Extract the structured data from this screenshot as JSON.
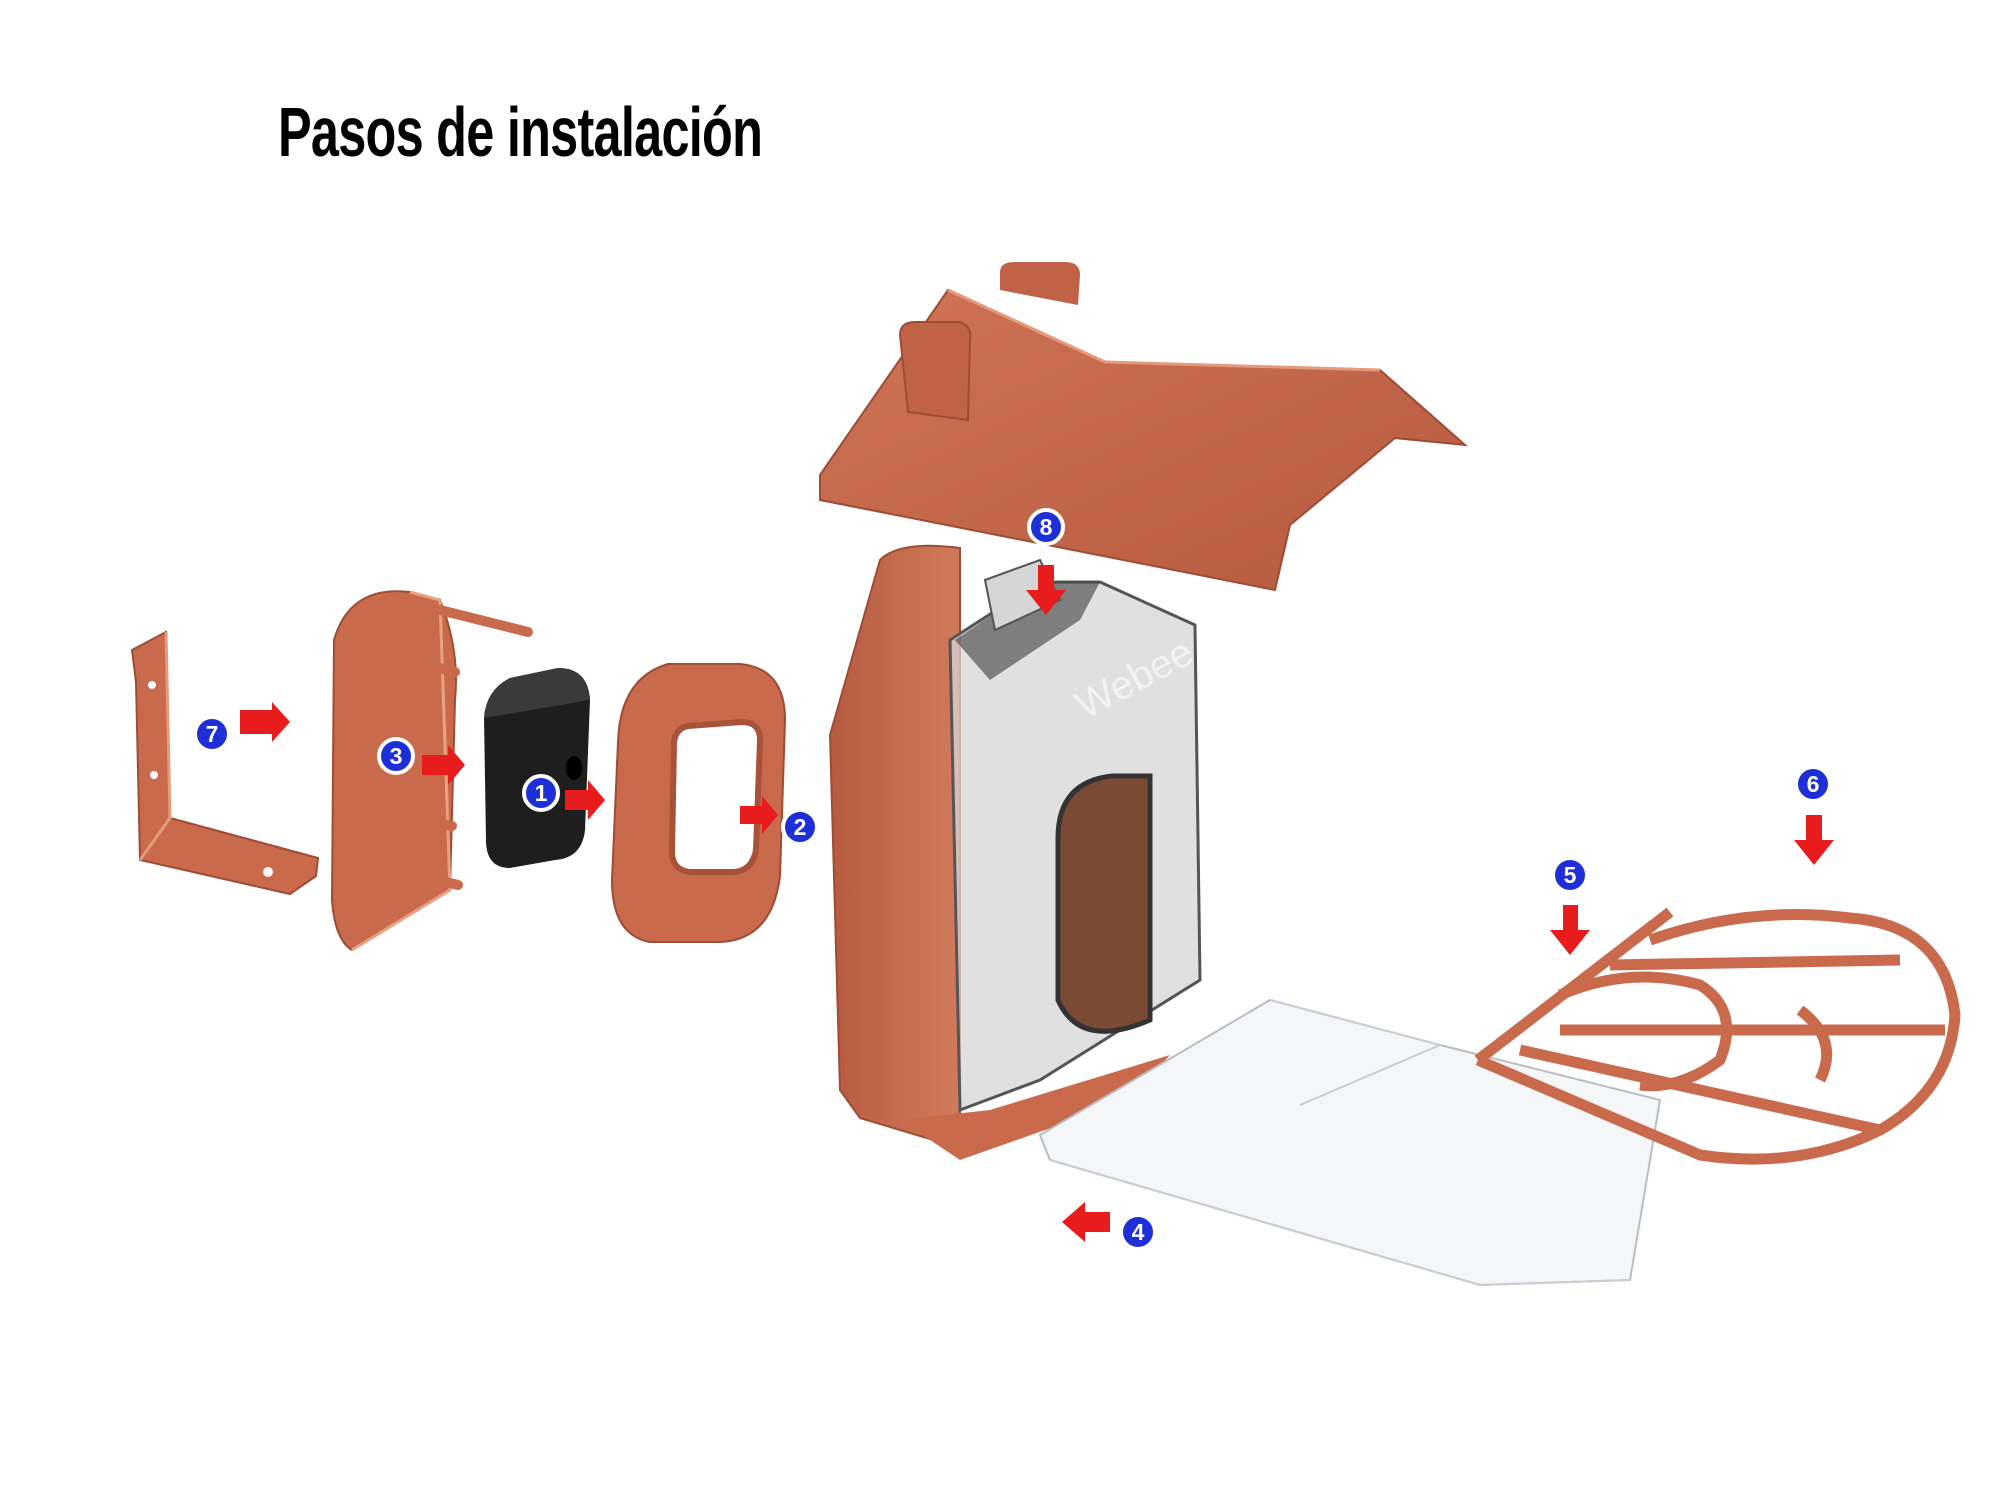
{
  "title": "Pasos de instalación",
  "brand_text": "Webee",
  "steps": [
    "1",
    "2",
    "3",
    "4",
    "5",
    "6",
    "7",
    "8"
  ],
  "colors": {
    "terracotta": "#c96a4c",
    "terracotta_dark": "#a9523a",
    "badge": "#1f2fd8",
    "arrow": "#e81c1c",
    "plug": "#1e1e1e"
  }
}
